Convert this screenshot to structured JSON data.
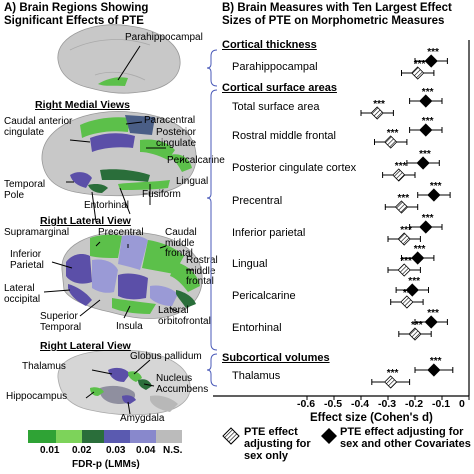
{
  "panel_a": {
    "title": "A) Brain Regions Showing Significant Effects of  PTE",
    "views": [
      "Right Medial Views",
      "Right Lateral View",
      "Right Lateral View"
    ],
    "brain1_labels": [
      "Parahippocampal"
    ],
    "brain2_labels": [
      "Caudal anterior cingulate",
      "Paracentral",
      "Posterior cingulate",
      "Pericalcarine",
      "Temporal Pole",
      "Lingual",
      "Fusiform",
      "Entorhinal"
    ],
    "brain3_labels": [
      "Supramarginal",
      "Precentral",
      "Caudal middle frontal",
      "Inferior Parietal",
      "Rostral middle frontal",
      "Lateral occipital",
      "Superior Temporal",
      "Insula",
      "Lateral orbitofrontal"
    ],
    "brain4_labels": [
      "Thalamus",
      "Globus pallidum",
      "Nucleus Accumbens",
      "Hippocampus",
      "Amygdala"
    ],
    "colorbar": {
      "ticks": [
        "0.01",
        "0.02",
        "0.03",
        "0.04",
        "N.S."
      ],
      "label": "FDR-p (LMMs)",
      "colors": [
        "#2fa335",
        "#7dd35a",
        "#2a6e3a",
        "#5a5ab0",
        "#8888cc",
        "#bbbbbb"
      ]
    },
    "region_colors": {
      "green": "#5cc04a",
      "dark_green": "#2a6e3a",
      "purple": "#5b4fa8",
      "light_purple": "#9a9ad6",
      "gray": "#c8c8c8"
    }
  },
  "panel_b": {
    "title": "B) Brain Measures with Ten Largest Effect Sizes of PTE on Morphometric Measures",
    "sections": [
      "Cortical thickness",
      "Cortical surface areas",
      "Subcortical volumes"
    ],
    "row_labels": [
      "Parahippocampal",
      "Total surface area",
      "Rostral middle frontal",
      "Posterior cingulate cortex",
      "Precentral",
      "Inferior parietal",
      "Lingual",
      "Pericalcarine",
      "Entorhinal",
      "Thalamus"
    ],
    "legend": {
      "sex_only": "PTE effect adjusting for sex only",
      "covariates": "PTE effect adjusting for sex and other Covariates"
    }
  },
  "chart_data": {
    "type": "scatter",
    "title": "Brain Measures with Ten Largest Effect Sizes of PTE on Morphometric Measures",
    "xlabel": "Effect size (Cohen's d)",
    "xlim": [
      -0.6,
      0.0
    ],
    "xticks": [
      "-0.6",
      "-0.5",
      "-0.4",
      "-0.3",
      "-0.2",
      "-0.1",
      "0"
    ],
    "significance_marker": "***",
    "categories": [
      "Parahippocampal",
      "Total surface area",
      "Rostral middle frontal",
      "Posterior cingulate cortex",
      "Precentral",
      "Inferior parietal",
      "Lingual",
      "Pericalcarine",
      "Entorhinal",
      "Thalamus"
    ],
    "series": [
      {
        "name": "PTE effect adjusting for sex and other Covariates",
        "marker": "filled-diamond",
        "values": [
          -0.14,
          -0.16,
          -0.16,
          -0.17,
          -0.13,
          -0.16,
          -0.19,
          -0.21,
          -0.14,
          -0.13
        ],
        "ci_low": [
          -0.2,
          -0.22,
          -0.22,
          -0.23,
          -0.19,
          -0.22,
          -0.25,
          -0.27,
          -0.2,
          -0.2
        ],
        "ci_high": [
          -0.08,
          -0.1,
          -0.1,
          -0.11,
          -0.07,
          -0.1,
          -0.13,
          -0.15,
          -0.08,
          -0.06
        ]
      },
      {
        "name": "PTE effect adjusting for sex only",
        "marker": "hatched-diamond",
        "values": [
          -0.19,
          -0.34,
          -0.29,
          -0.26,
          -0.25,
          -0.24,
          -0.24,
          -0.23,
          -0.2,
          -0.29
        ],
        "ci_low": [
          -0.25,
          -0.4,
          -0.35,
          -0.32,
          -0.31,
          -0.3,
          -0.3,
          -0.29,
          -0.26,
          -0.36
        ],
        "ci_high": [
          -0.13,
          -0.28,
          -0.23,
          -0.2,
          -0.19,
          -0.18,
          -0.18,
          -0.17,
          -0.14,
          -0.22
        ]
      }
    ]
  }
}
